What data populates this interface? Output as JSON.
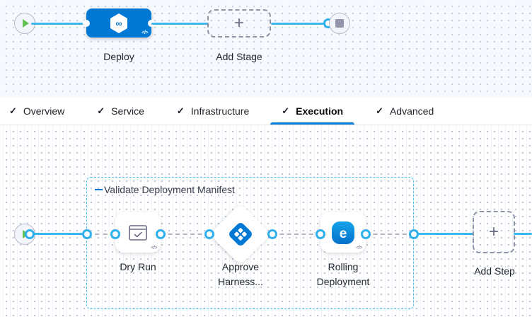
{
  "glyphs": {
    "check": "✓",
    "plus": "+",
    "code": "</>",
    "infinity": "∞",
    "rolling_e": "e"
  },
  "colors": {
    "accent_blue": "#0278D5",
    "line_blue": "#3BB6EF",
    "group_border": "#49C1EF",
    "connector_gray": "#B0B1C3",
    "play_green": "#63C151"
  },
  "stage_pipeline": {
    "deploy_label": "Deploy",
    "add_stage_label": "Add Stage"
  },
  "tabs": [
    {
      "label": "Overview",
      "checked": true,
      "active": false
    },
    {
      "label": "Service",
      "checked": true,
      "active": false
    },
    {
      "label": "Infrastructure",
      "checked": true,
      "active": false
    },
    {
      "label": "Execution",
      "checked": true,
      "active": true
    },
    {
      "label": "Advanced",
      "checked": true,
      "active": false
    }
  ],
  "execution": {
    "group_title": "Validate Deployment Manifest",
    "steps": [
      {
        "label": "Dry Run"
      },
      {
        "label": "Approve Harness..."
      },
      {
        "label": "Rolling Deployment"
      }
    ],
    "add_step_label": "Add Step"
  }
}
